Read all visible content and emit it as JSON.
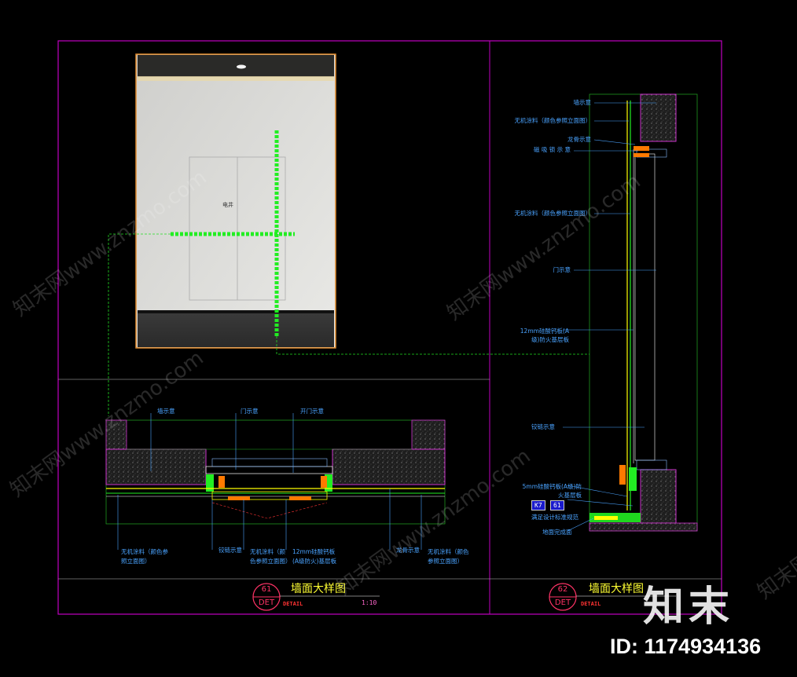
{
  "elevation_photo": {
    "panel_text": "电井"
  },
  "plan_detail": {
    "number": "61",
    "det": "DET",
    "title": "墙面大样图",
    "subtitle": "DETAIL",
    "scale": "1:10",
    "annotations_top": [
      "墙示意",
      "门示意",
      "开门示意"
    ],
    "annotations_bottom": [
      "无机涂料（颜色参照立面图）",
      "铰链示意",
      "无机涂料（颜色参照立面图）",
      "12mm硅酸钙板(A级防火)基层板",
      "龙骨示意",
      "无机涂料（颜色参照立面图）"
    ]
  },
  "section_detail": {
    "number": "62",
    "det": "DET",
    "title": "墙面大样图",
    "subtitle": "DETAIL",
    "annotations": [
      "墙示意",
      "无机涂料（颜色参照立面图）",
      "龙骨示意",
      "磁 吸 锁 示 意",
      "无机涂料（颜色参照立面图）",
      "门示意",
      "12mm硅酸钙板(A级)防火基层板",
      "铰链示意",
      "5mm硅酸钙板(A级)防火基层板",
      "地面完成面"
    ],
    "tag_left": "K7",
    "tag_right": "61",
    "tag_note": "满足设计标准规范"
  },
  "watermarks": [
    "知末网www.znzmo.com",
    "知末网www.znzmo.com",
    "知末网www.znzmo.com",
    "知末网www.znzmo.com",
    "知末网www.znzmo.com"
  ],
  "logo": "知末",
  "id_label": "ID: 1174934136"
}
